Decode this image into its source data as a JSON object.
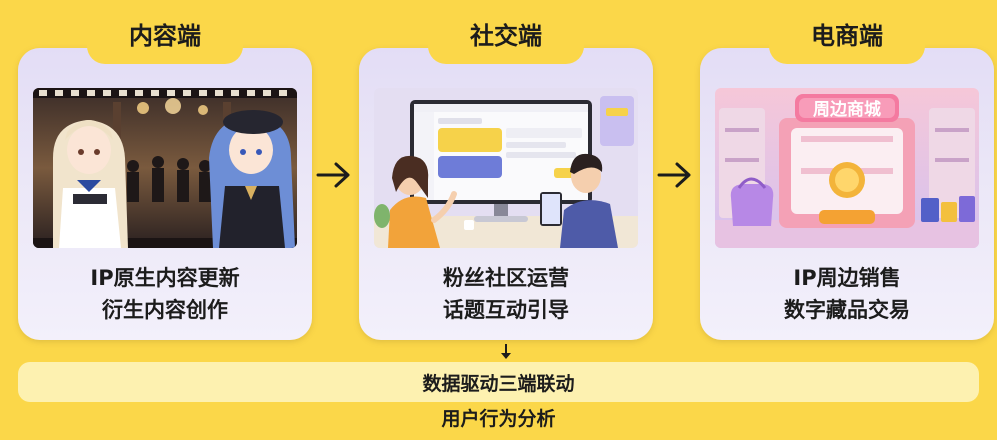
{
  "cards": [
    {
      "title": "内容端",
      "lines": [
        "IP原生内容更新",
        "衍生内容创作"
      ]
    },
    {
      "title": "社交端",
      "lines": [
        "粉丝社区运营",
        "话题互动引导"
      ]
    },
    {
      "title": "电商端",
      "lines": [
        "IP周边销售",
        "数字藏品交易"
      ]
    }
  ],
  "store_sign": "周边商城",
  "bottom_bar": "数据驱动三端联动",
  "footer": "用户行为分析",
  "colors": {
    "background": "#fbd749",
    "card": "#e8e4f6",
    "bar": "#fdf1b0",
    "text": "#1c1c1c"
  }
}
